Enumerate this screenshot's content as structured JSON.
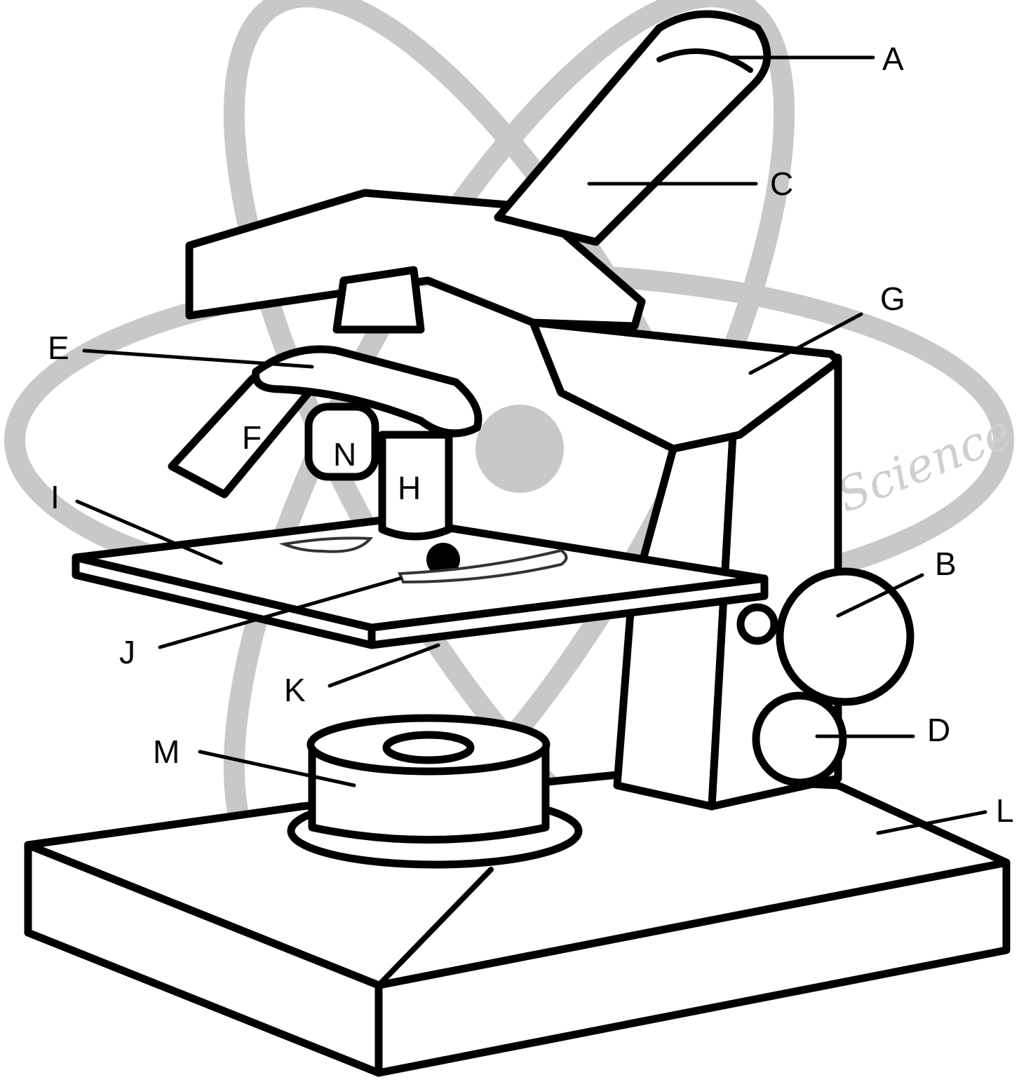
{
  "watermark": {
    "text": "iBobScience",
    "color": "#c8c8c8"
  },
  "labels": {
    "A": "A",
    "B": "B",
    "C": "C",
    "D": "D",
    "E": "E",
    "F": "F",
    "G": "G",
    "H": "H",
    "I": "I",
    "J": "J",
    "K": "K",
    "L": "L",
    "M": "M",
    "N": "N"
  }
}
